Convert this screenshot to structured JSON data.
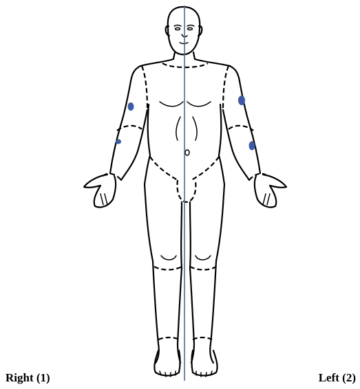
{
  "labels": {
    "right": "Right (1)",
    "left": "Left (2)"
  },
  "colors": {
    "outline": "#000000",
    "midline": "#4a6fa5",
    "marker": "#3b5ba9",
    "background": "#ffffff"
  },
  "markers": [
    {
      "region": "right upper arm"
    },
    {
      "region": "right forearm"
    },
    {
      "region": "left upper arm"
    },
    {
      "region": "left forearm"
    }
  ]
}
